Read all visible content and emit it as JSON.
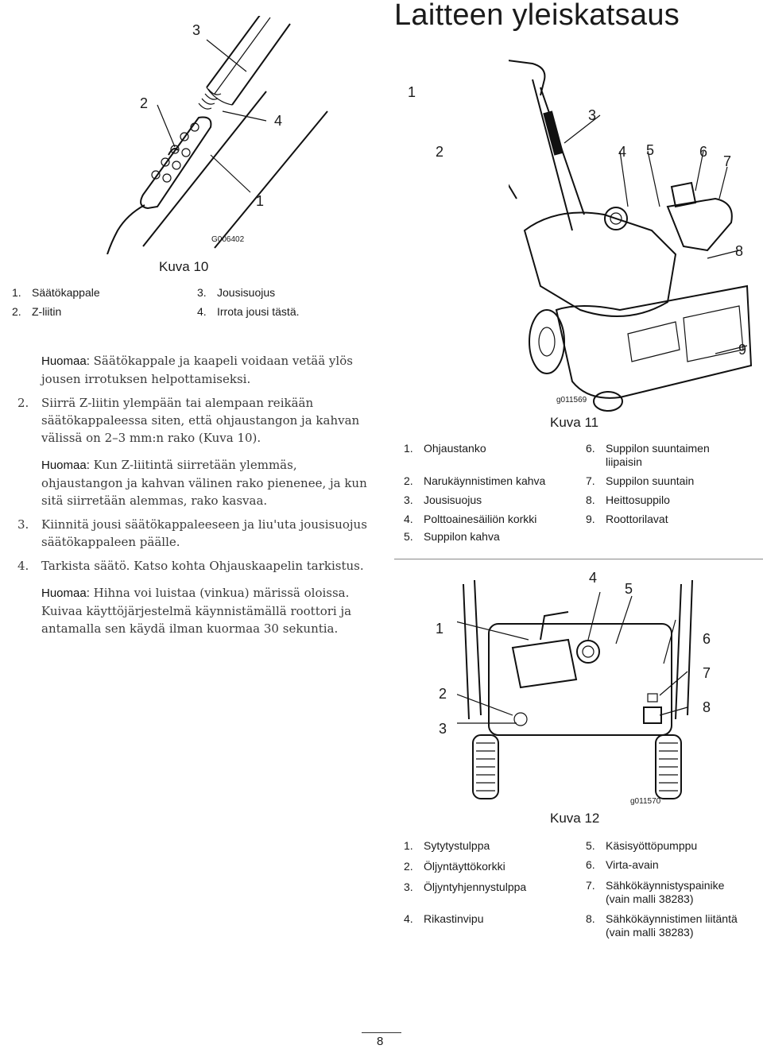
{
  "page": {
    "title": "Laitteen yleiskatsaus",
    "number": "8"
  },
  "figure10": {
    "caption": "Kuva 10",
    "code": "G006402",
    "callouts": [
      "1",
      "2",
      "3",
      "4"
    ],
    "legend": [
      {
        "n": "1.",
        "t": "Säätökappale"
      },
      {
        "n": "2.",
        "t": "Z-liitin"
      },
      {
        "n": "3.",
        "t": "Jousisuojus"
      },
      {
        "n": "4.",
        "t": "Irrota jousi tästä."
      }
    ]
  },
  "text": {
    "note1_label": "Huomaa:",
    "note1": "Säätökappale ja kaapeli voidaan vetää ylös jousen irrotuksen helpottamiseksi.",
    "step2_num": "2.",
    "step2": "Siirrä Z-liitin ylempään tai alempaan reikään säätökappaleessa siten, että ohjaustangon ja kahvan välissä on 2–3 mm:n rako (Kuva 10).",
    "note2_label": "Huomaa:",
    "note2": "Kun Z-liitintä siirretään ylemmäs, ohjaustangon ja kahvan välinen rako pienenee, ja kun sitä siirretään alemmas, rako kasvaa.",
    "step3_num": "3.",
    "step3": "Kiinnitä jousi säätökappaleeseen ja liu'uta jousisuojus säätökappaleen päälle.",
    "step4_num": "4.",
    "step4": "Tarkista säätö. Katso kohta Ohjauskaapelin tarkistus.",
    "note3_label": "Huomaa:",
    "note3": "Hihna voi luistaa (vinkua) märissä oloissa. Kuivaa käyttöjärjestelmä käynnistämällä roottori ja antamalla sen käydä ilman kuormaa 30 sekuntia."
  },
  "figure11": {
    "caption": "Kuva 11",
    "code": "g011569",
    "callouts": [
      "1",
      "2",
      "3",
      "4",
      "5",
      "6",
      "7",
      "8",
      "9"
    ],
    "legend_left": [
      {
        "n": "1.",
        "t": "Ohjaustanko"
      },
      {
        "n": "2.",
        "t": "Narukäynnistimen kahva"
      },
      {
        "n": "3.",
        "t": "Jousisuojus"
      },
      {
        "n": "4.",
        "t": "Polttoainesäiliön korkki"
      },
      {
        "n": "5.",
        "t": "Suppilon kahva"
      }
    ],
    "legend_right": [
      {
        "n": "6.",
        "t": "Suppilon suuntaimen liipaisin"
      },
      {
        "n": "7.",
        "t": "Suppilon suuntain"
      },
      {
        "n": "8.",
        "t": "Heittosuppilo"
      },
      {
        "n": "9.",
        "t": "Roottorilavat"
      }
    ]
  },
  "figure12": {
    "caption": "Kuva 12",
    "code": "g011570",
    "callouts": [
      "1",
      "2",
      "3",
      "4",
      "5",
      "6",
      "7",
      "8"
    ],
    "legend_left": [
      {
        "n": "1.",
        "t": "Sytytystulppa"
      },
      {
        "n": "2.",
        "t": "Öljyntäyttökorkki"
      },
      {
        "n": "3.",
        "t": "Öljyntyhjennystulppa"
      },
      {
        "n": "4.",
        "t": "Rikastinvipu"
      }
    ],
    "legend_right": [
      {
        "n": "5.",
        "t": "Käsisyöttöpumppu"
      },
      {
        "n": "6.",
        "t": "Virta-avain"
      },
      {
        "n": "7.",
        "t": "Sähkökäynnistyspainike (vain malli 38283)"
      },
      {
        "n": "8.",
        "t": "Sähkökäynnistimen liitäntä (vain malli 38283)"
      }
    ]
  }
}
